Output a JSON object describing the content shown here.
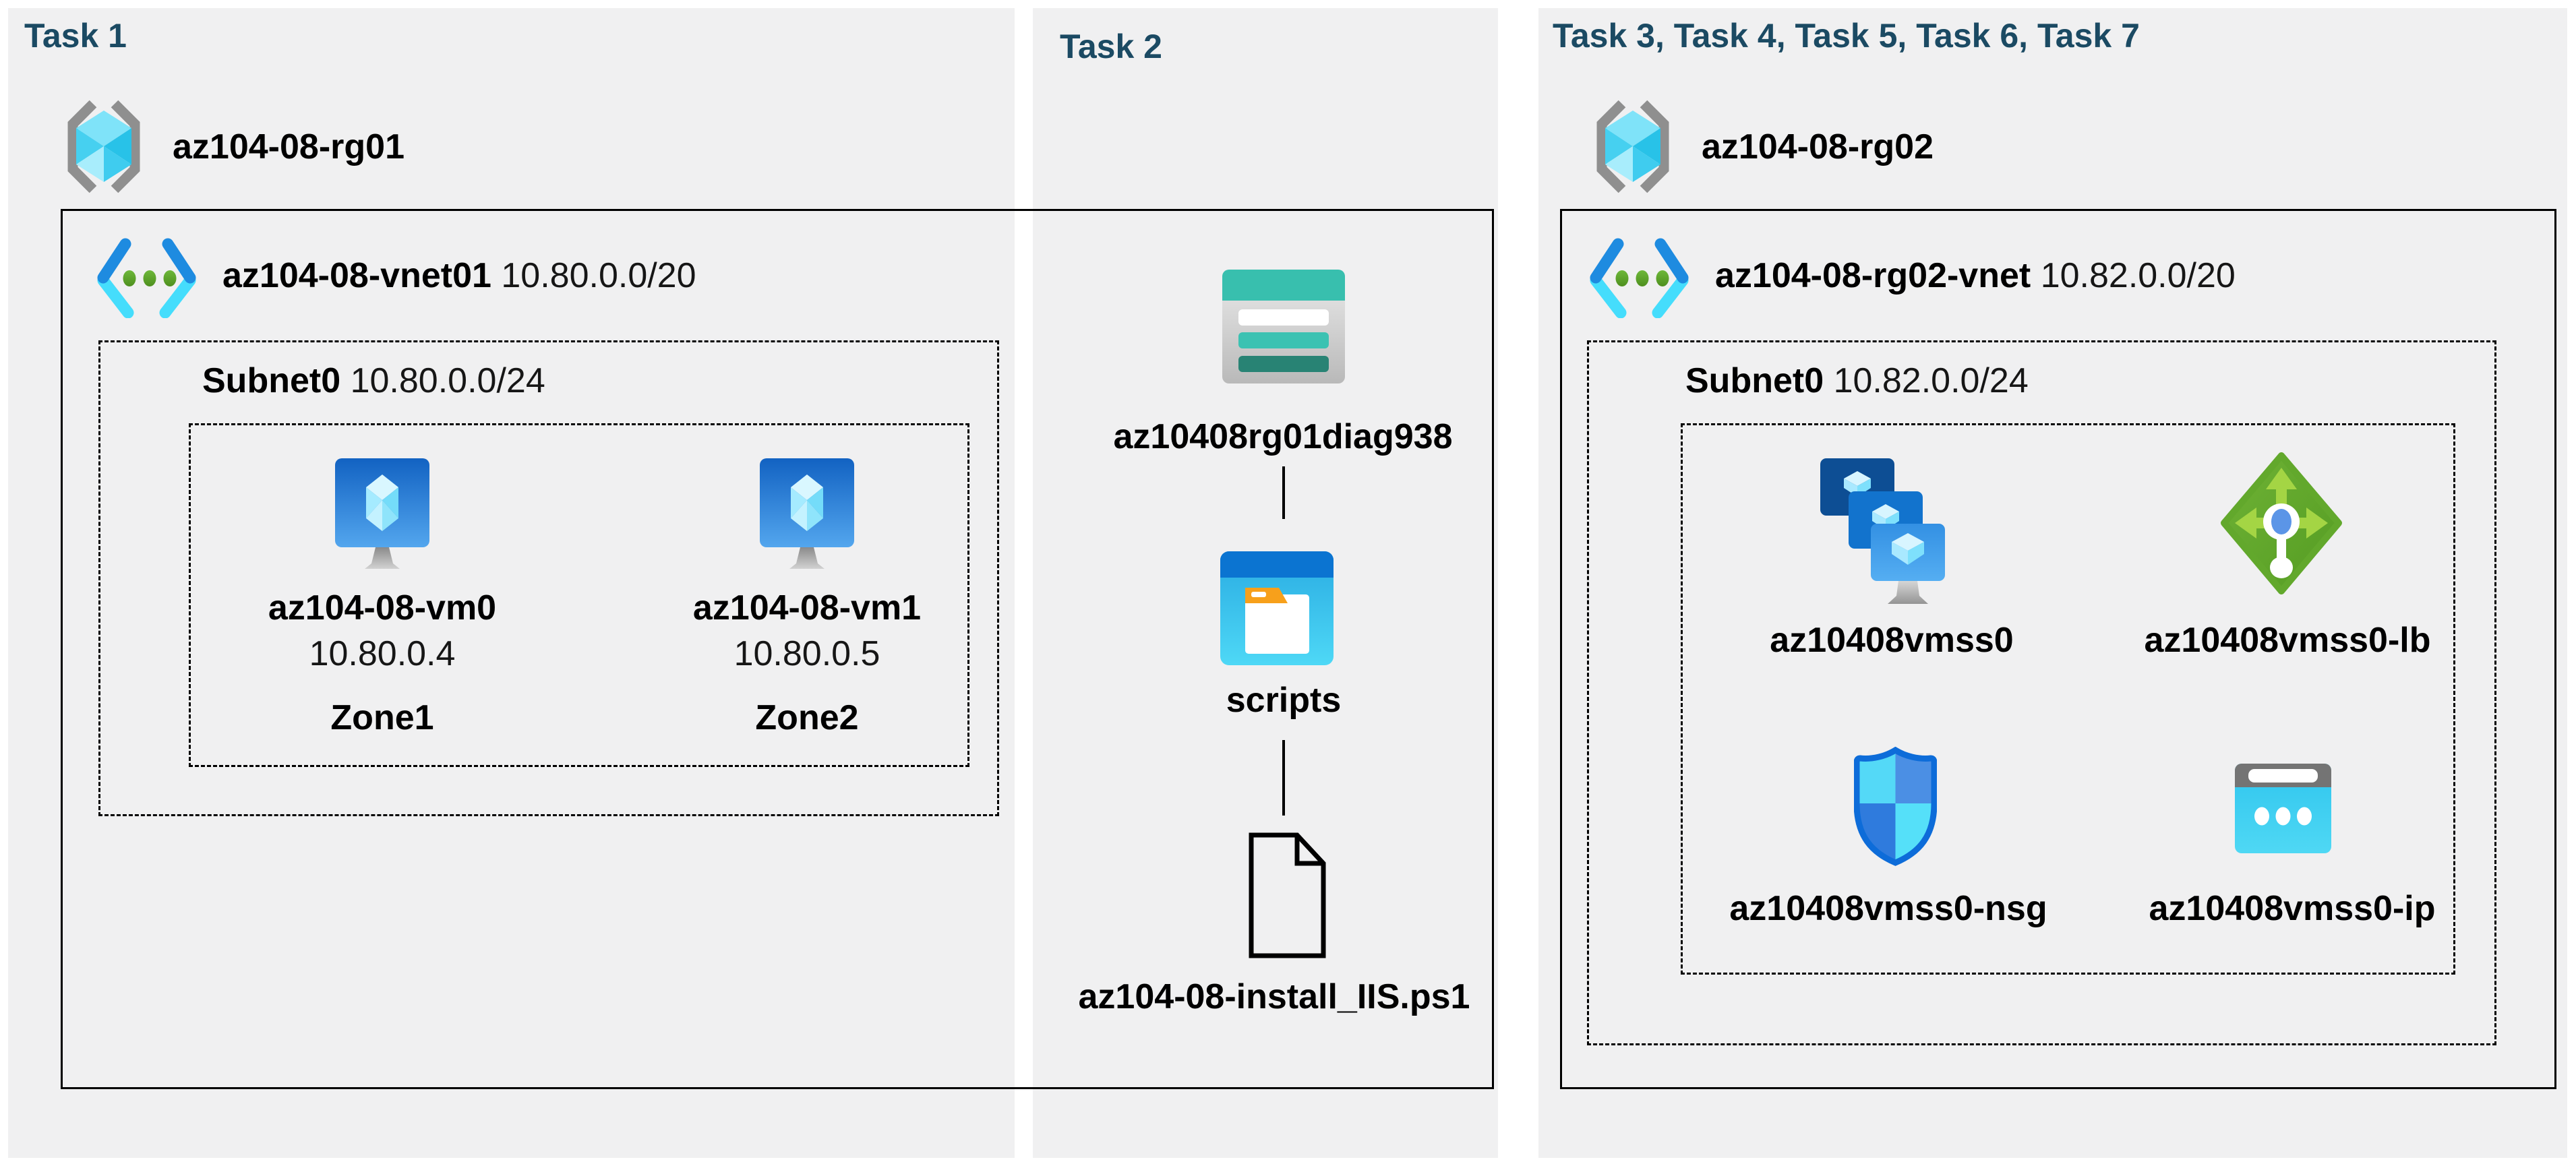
{
  "colors": {
    "panel_bg": "#f0f0f1",
    "title_text": "#1b4a63",
    "diagram_line": "#000000",
    "vnet_blue": "#1e8be0",
    "vnet_cyan": "#45ddfc",
    "green_dot": "#5ea32b",
    "storage_teal": "#38bfae",
    "lb_green": "#62a82c",
    "nsg_blue": "#0d6cd9",
    "ip_cyan": "#3ac9ef"
  },
  "task1": {
    "title": "Task 1",
    "resource_group": "az104-08-rg01",
    "vnet": {
      "name": "az104-08-vnet01",
      "cidr": "10.80.0.0/20"
    },
    "subnet": {
      "name": "Subnet0",
      "cidr": "10.80.0.0/24"
    },
    "vms": [
      {
        "name": "az104-08-vm0",
        "ip": "10.80.0.4",
        "zone": "Zone1"
      },
      {
        "name": "az104-08-vm1",
        "ip": "10.80.0.5",
        "zone": "Zone2"
      }
    ]
  },
  "task2": {
    "title": "Task 2",
    "storage_account": "az10408rg01diag938",
    "container": "scripts",
    "script_file": "az104-08-install_IIS.ps1"
  },
  "task3": {
    "title": "Task 3, Task 4, Task 5, Task 6, Task 7",
    "resource_group": "az104-08-rg02",
    "vnet": {
      "name": "az104-08-rg02-vnet",
      "cidr": "10.82.0.0/20"
    },
    "subnet": {
      "name": "Subnet0",
      "cidr": "10.82.0.0/24"
    },
    "vmss": "az10408vmss0",
    "load_balancer": "az10408vmss0-lb",
    "nsg": "az10408vmss0-nsg",
    "public_ip": "az10408vmss0-ip"
  }
}
